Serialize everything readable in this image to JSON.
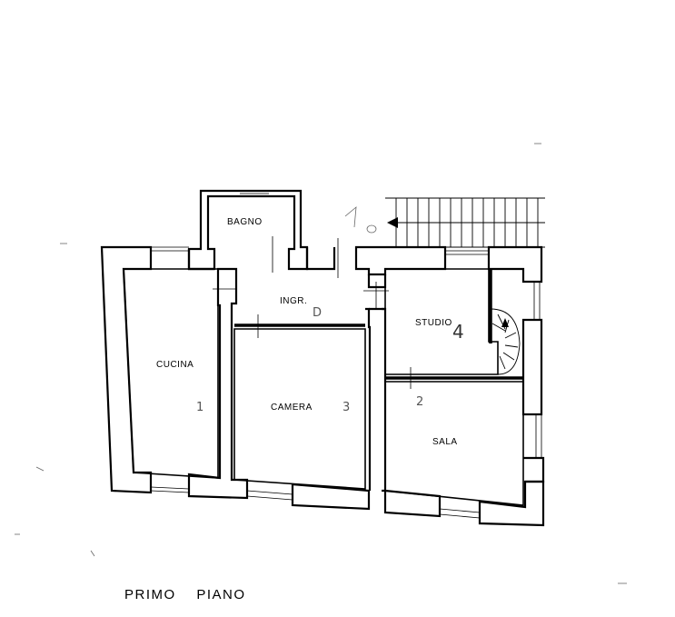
{
  "rooms": {
    "bagno": "BAGNO",
    "ingresso": "INGR.",
    "studio": "STUDIO",
    "cucina": "CUCINA",
    "camera": "CAMERA",
    "sala": "SALA"
  },
  "annotations": {
    "ingresso_mark": "D",
    "studio_mark": "4",
    "cucina_mark": "1",
    "camera_mark": "3",
    "sala_mark": "2"
  },
  "floor_title": "PRIMO    PIANO",
  "colors": {
    "wall": "#000000",
    "paper": "#ffffff",
    "faint": "#777777"
  }
}
